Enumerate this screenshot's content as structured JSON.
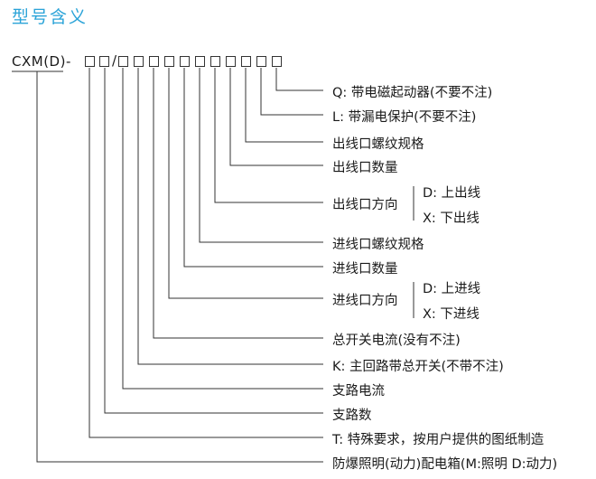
{
  "title": "型号含义",
  "code_prefix": "CXM(D)-",
  "code_slash": "/",
  "labels": {
    "q": "Q: 带电磁起动器(不要不注)",
    "l": "L: 带漏电保护(不要不注)",
    "out_thread": "出线口螺纹规格",
    "out_count": "出线口数量",
    "out_dir": "出线口方向",
    "out_dir_d": "D: 上出线",
    "out_dir_x": "X: 下出线",
    "in_thread": "进线口螺纹规格",
    "in_count": "进线口数量",
    "in_dir": "进线口方向",
    "in_dir_d": "D: 上进线",
    "in_dir_x": "X: 下进线",
    "main_current": "总开关电流(没有不注)",
    "k": "K: 主回路带总开关(不带不注)",
    "branch_current": "支路电流",
    "branch_count": "支路数",
    "t": "T: 特殊要求，按用户提供的图纸制造",
    "type": "防爆照明(动力)配电箱(M:照明 D:动力)"
  }
}
